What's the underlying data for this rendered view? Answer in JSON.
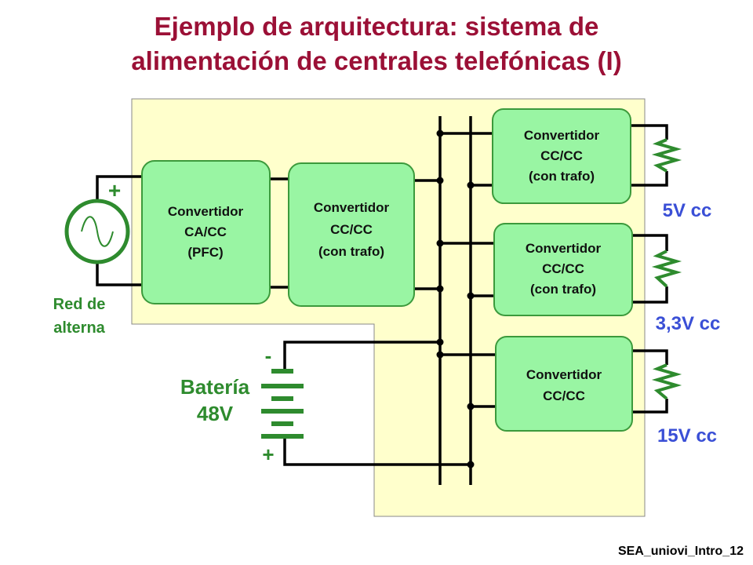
{
  "title": {
    "line1": "Ejemplo de arquitectura: sistema de",
    "line2": "alimentación de centrales telefónicas (I)"
  },
  "source": {
    "line1": "Red de",
    "line2": "alterna",
    "plus": "+"
  },
  "battery": {
    "line1": "Batería",
    "line2": "48V",
    "minus": "-",
    "plus": "+"
  },
  "blocks": [
    {
      "lines": [
        "Convertidor",
        "CA/CC",
        "(PFC)"
      ]
    },
    {
      "lines": [
        "Convertidor",
        "CC/CC",
        "(con trafo)"
      ]
    },
    {
      "lines": [
        "Convertidor",
        "CC/CC",
        "(con trafo)"
      ]
    },
    {
      "lines": [
        "Convertidor",
        "CC/CC",
        "(con trafo)"
      ]
    },
    {
      "lines": [
        "Convertidor",
        "CC/CC"
      ]
    }
  ],
  "outputs": [
    "5V cc",
    "3,3V cc",
    "15V cc"
  ],
  "footer": "SEA_uniovi_Intro_12",
  "colors": {
    "title": "#9b1036",
    "block_fill": "#99f5a3",
    "block_border": "#3c9a3c",
    "background_panel": "#ffffcc",
    "output_label": "#3a4fd6",
    "source_label": "#2e8b2e"
  }
}
